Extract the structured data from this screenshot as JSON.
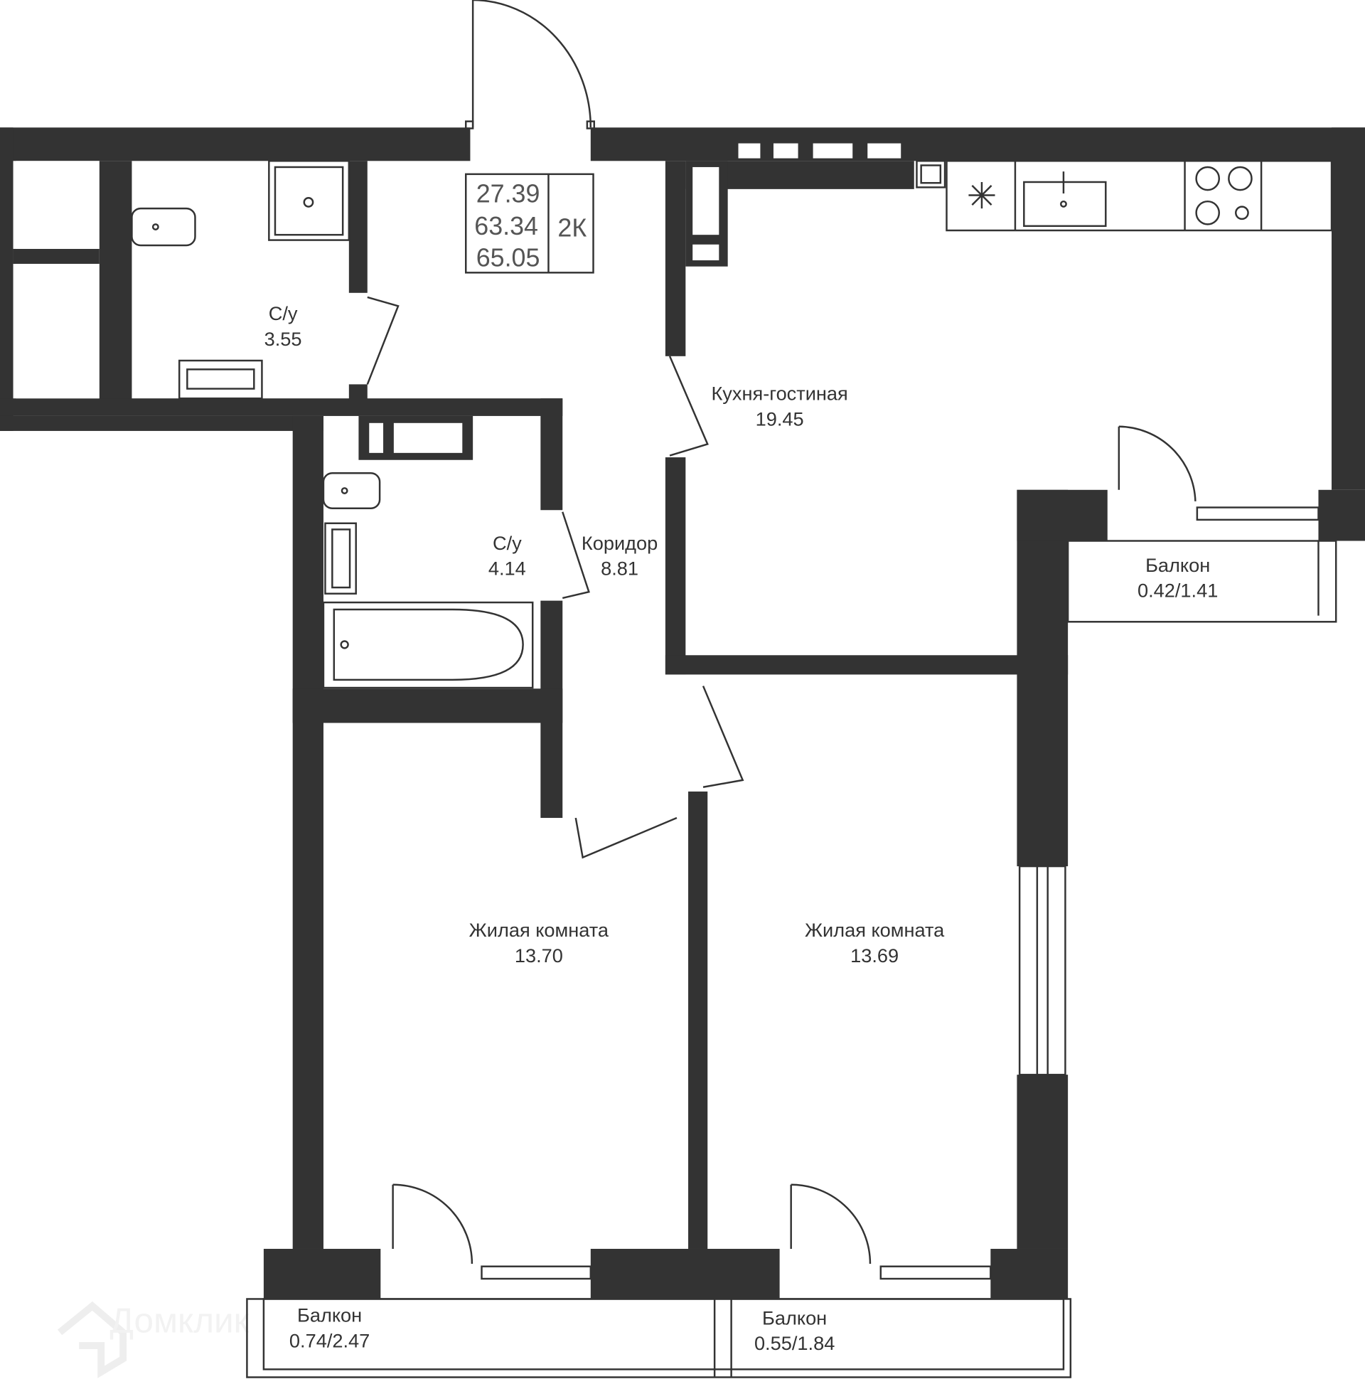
{
  "info_box": {
    "living_area": "27.39",
    "total_area": "63.34",
    "total_with_balconies": "65.05",
    "type": "2К"
  },
  "rooms": [
    {
      "name": "С/у",
      "area": "3.55"
    },
    {
      "name": "С/у",
      "area": "4.14"
    },
    {
      "name": "Коридор",
      "area": "8.81"
    },
    {
      "name": "Кухня-гостиная",
      "area": "19.45"
    },
    {
      "name": "Балкон",
      "area": "0.42/1.41"
    },
    {
      "name": "Жилая комната",
      "area": "13.70"
    },
    {
      "name": "Жилая комната",
      "area": "13.69"
    },
    {
      "name": "Балкон",
      "area": "0.74/2.47"
    },
    {
      "name": "Балкон",
      "area": "0.55/1.84"
    }
  ],
  "watermark": "Домклик",
  "colors": {
    "wall": "#333333",
    "text": "#333333"
  }
}
